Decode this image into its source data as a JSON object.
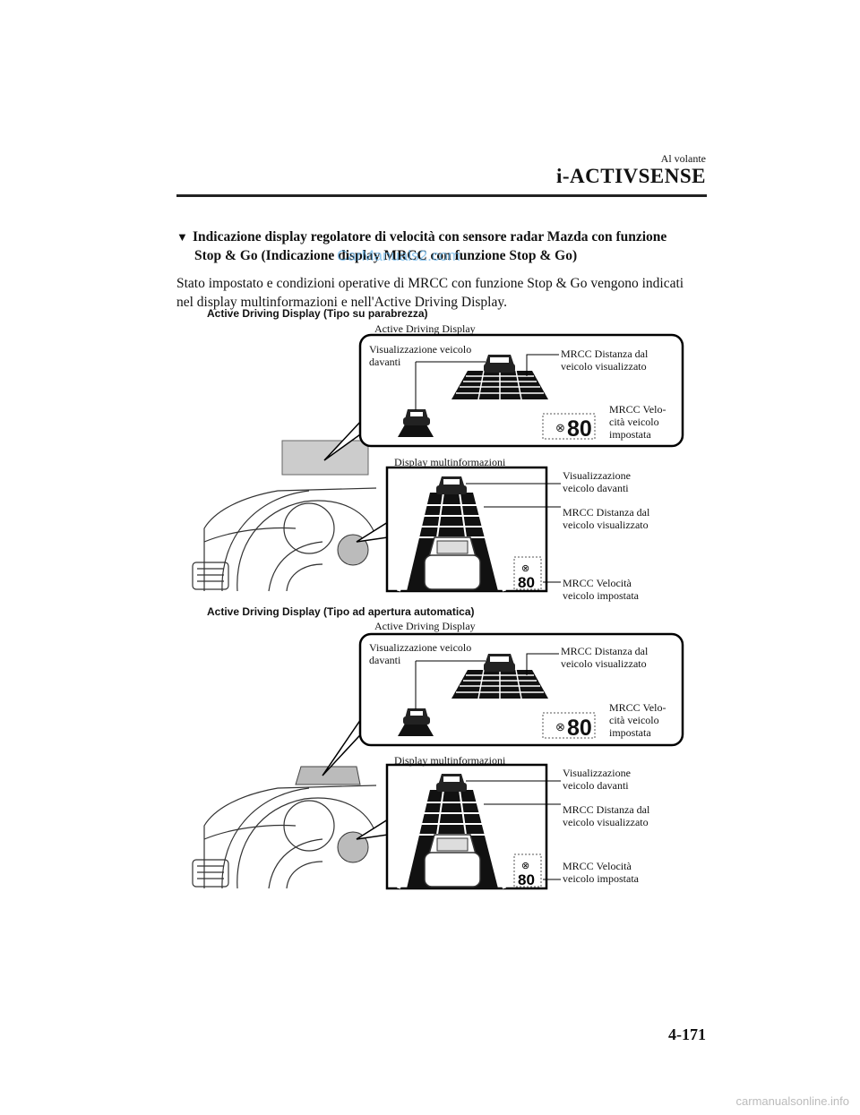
{
  "header": {
    "section": "Al volante",
    "chapter": "i-ACTIVSENSE"
  },
  "heading": {
    "marker": "▼",
    "line1": "Indicazione display regolatore di velocità con sensore radar Mazda con funzione",
    "line2": "Stop & Go (Indicazione display MRCC con funzione Stop & Go)"
  },
  "body": {
    "line1": "Stato impostato e condizioni operative di MRCC con funzione Stop & Go vengono indicati",
    "line2": "nel display multinformazioni e nell'Active Driving Display."
  },
  "watermark": "CarManuals2.com",
  "figures": [
    {
      "subtitle": "Active Driving Display (Tipo su parabrezza)",
      "add_title": "Active Driving Display",
      "add_lead_l1": "Visualizzazione veicolo",
      "add_lead_l2": "davanti",
      "add_dist_l1": "MRCC Distanza dal",
      "add_dist_l2": "veicolo visualizzato",
      "add_speed_l1": "MRCC Velo-",
      "add_speed_l2": "cità veicolo",
      "add_speed_l3": "impostata",
      "speed_value": "80",
      "mid_title": "Display multinformazioni",
      "mid_lead_l1": "Visualizzazione",
      "mid_lead_l2": "veicolo davanti",
      "mid_dist_l1": "MRCC Distanza dal",
      "mid_dist_l2": "veicolo visualizzato",
      "mid_speed_l1": "MRCC Velocità",
      "mid_speed_l2": "veicolo impostata"
    },
    {
      "subtitle": "Active Driving Display (Tipo ad apertura automatica)",
      "add_title": "Active Driving Display",
      "add_lead_l1": "Visualizzazione veicolo",
      "add_lead_l2": "davanti",
      "add_dist_l1": "MRCC Distanza dal",
      "add_dist_l2": "veicolo visualizzato",
      "add_speed_l1": "MRCC Velo-",
      "add_speed_l2": "cità veicolo",
      "add_speed_l3": "impostata",
      "speed_value": "80",
      "mid_title": "Display multinformazioni",
      "mid_lead_l1": "Visualizzazione",
      "mid_lead_l2": "veicolo davanti",
      "mid_dist_l1": "MRCC Distanza dal",
      "mid_dist_l2": "veicolo visualizzato",
      "mid_speed_l1": "MRCC Velocità",
      "mid_speed_l2": "veicolo impostata"
    }
  ],
  "page_number": "4-171",
  "footer": "carmanualsonline.info"
}
